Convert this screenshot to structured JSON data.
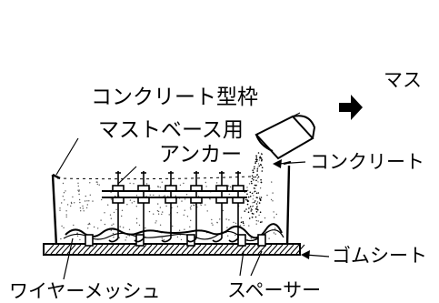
{
  "labels": {
    "formwork": "コンクリート型枠",
    "anchor_line1": "マストベース用",
    "anchor_line2": "アンカー",
    "concrete": "コンクリート",
    "rubber_sheet": "ゴムシート",
    "wire_mesh": "ワイヤーメッシュ",
    "spacer": "スペーサー",
    "next_step_partial": "マス"
  },
  "icons": {
    "next_step": "arrow-right-icon"
  },
  "colors": {
    "ink": "#000000",
    "paper": "#ffffff",
    "speckle": "#555555"
  }
}
